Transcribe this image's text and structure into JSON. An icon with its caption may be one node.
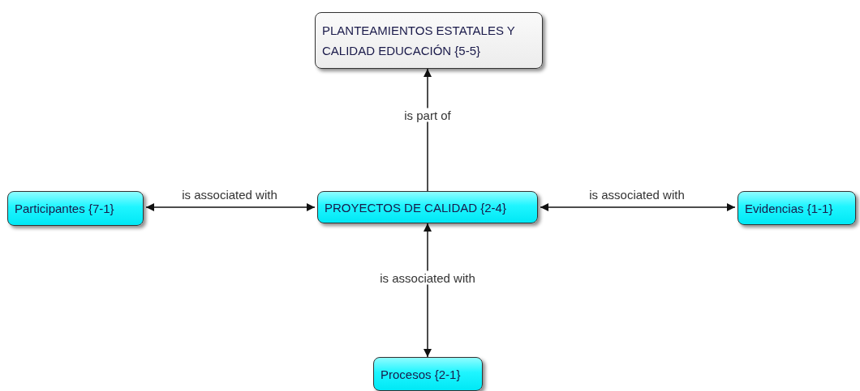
{
  "diagram": {
    "nodes": [
      {
        "text": [
          "PLANTEAMIENTOS ESTATALES Y CALIDAD EDUCACIÓN {5-5}"
        ]
      },
      {
        "text": [
          "PROYECTOS DE CALIDAD {2-4}"
        ]
      },
      {
        "text": [
          "Participantes {7-1}"
        ]
      },
      {
        "text": [
          "Evidencias {1-1}"
        ]
      },
      {
        "text": [
          "Procesos {2-1}"
        ]
      }
    ],
    "edges": [
      {
        "from": 1,
        "to": 0,
        "arrow": "to",
        "label": "is part of"
      },
      {
        "from": 2,
        "to": 1,
        "arrow": "both",
        "label": "is associated with"
      },
      {
        "from": 1,
        "to": 3,
        "arrow": "both",
        "label": "is associated with"
      },
      {
        "from": 1,
        "to": 4,
        "arrow": "both",
        "label": "is associated with"
      }
    ]
  }
}
